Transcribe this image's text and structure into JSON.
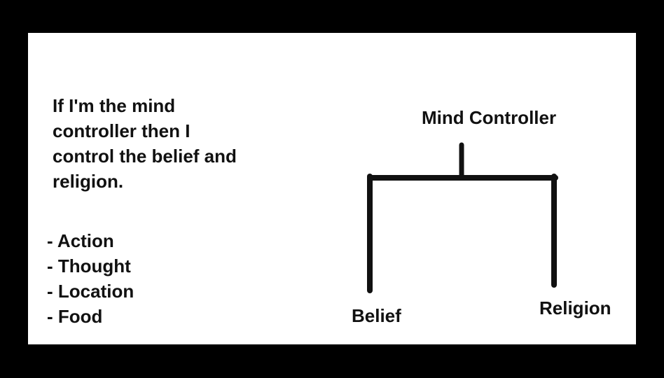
{
  "intro_lines": [
    "If I'm the mind",
    "controller then I",
    "control the belief and",
    "religion."
  ],
  "list_items": [
    "- Action",
    "- Thought",
    "- Location",
    "- Food"
  ],
  "diagram": {
    "root": "Mind Controller",
    "left_child": "Belief",
    "right_child": "Religion"
  },
  "colors": {
    "background": "#000000",
    "canvas": "#ffffff",
    "ink": "#111111"
  }
}
